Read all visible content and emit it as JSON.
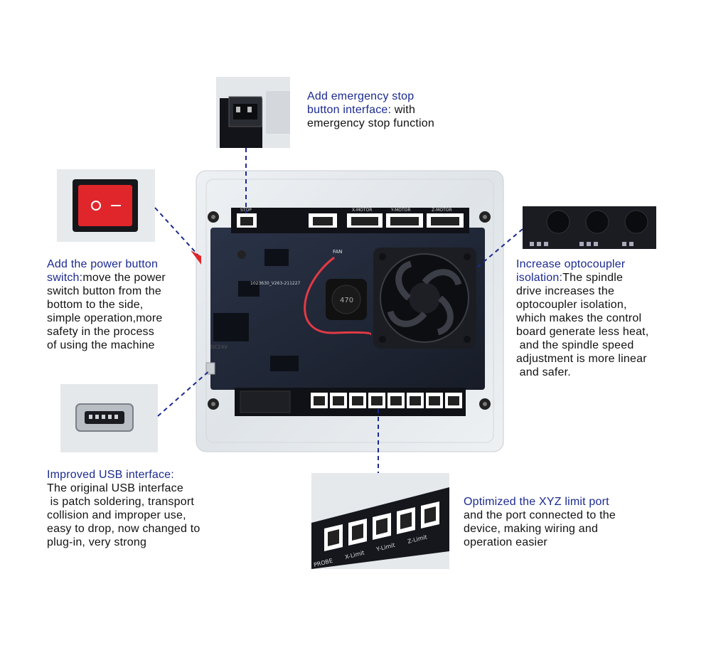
{
  "callouts": {
    "estop": {
      "highlight": [
        "Add emergency stop",
        "button interface:"
      ],
      "rest_inline": " with",
      "body": [
        "emergency stop function"
      ]
    },
    "power": {
      "highlight": [
        "Add the power button",
        "switch:"
      ],
      "rest_inline": "move the power",
      "body": [
        "switch button from the",
        "bottom to the side,",
        "simple operation,more",
        "safety in the process",
        "of using the machine"
      ]
    },
    "opto": {
      "highlight": [
        "Increase optocoupler",
        "isolation:"
      ],
      "rest_inline": "The spindle",
      "body": [
        "drive increases the",
        "optocoupler isolation,",
        "which makes the control",
        "board generate less heat,",
        " and the spindle speed",
        "adjustment is more linear",
        " and safer."
      ]
    },
    "usb": {
      "highlight": [
        "Improved USB interface:"
      ],
      "rest_inline": "",
      "body": [
        "The original USB interface",
        " is patch soldering, transport",
        "collision and improper use,",
        "easy to drop, now changed to",
        "plug-in, very strong"
      ]
    },
    "limit": {
      "highlight": [
        "Optimized the XYZ limit port"
      ],
      "rest_inline": "",
      "body": [
        "and the port connected to the",
        "device, making wiring and",
        "operation easier"
      ]
    }
  },
  "board_labels": {
    "stop": "STOP",
    "x_motor": "X-MOTOR",
    "y_motor": "Y-MOTOR",
    "z_motor": "Z-MOTOR",
    "fan": "FAN",
    "dc": "DC24V",
    "inductor": "470",
    "model": "1023630_V263-211227",
    "x_limit": "X-Limit",
    "y_limit": "Y-Limit",
    "z_limit": "Z-Limit",
    "probe": "PROBE"
  },
  "colors": {
    "accent": "#1b2a8f",
    "switch_red": "#e0262b",
    "pcb": "#1d2433"
  }
}
